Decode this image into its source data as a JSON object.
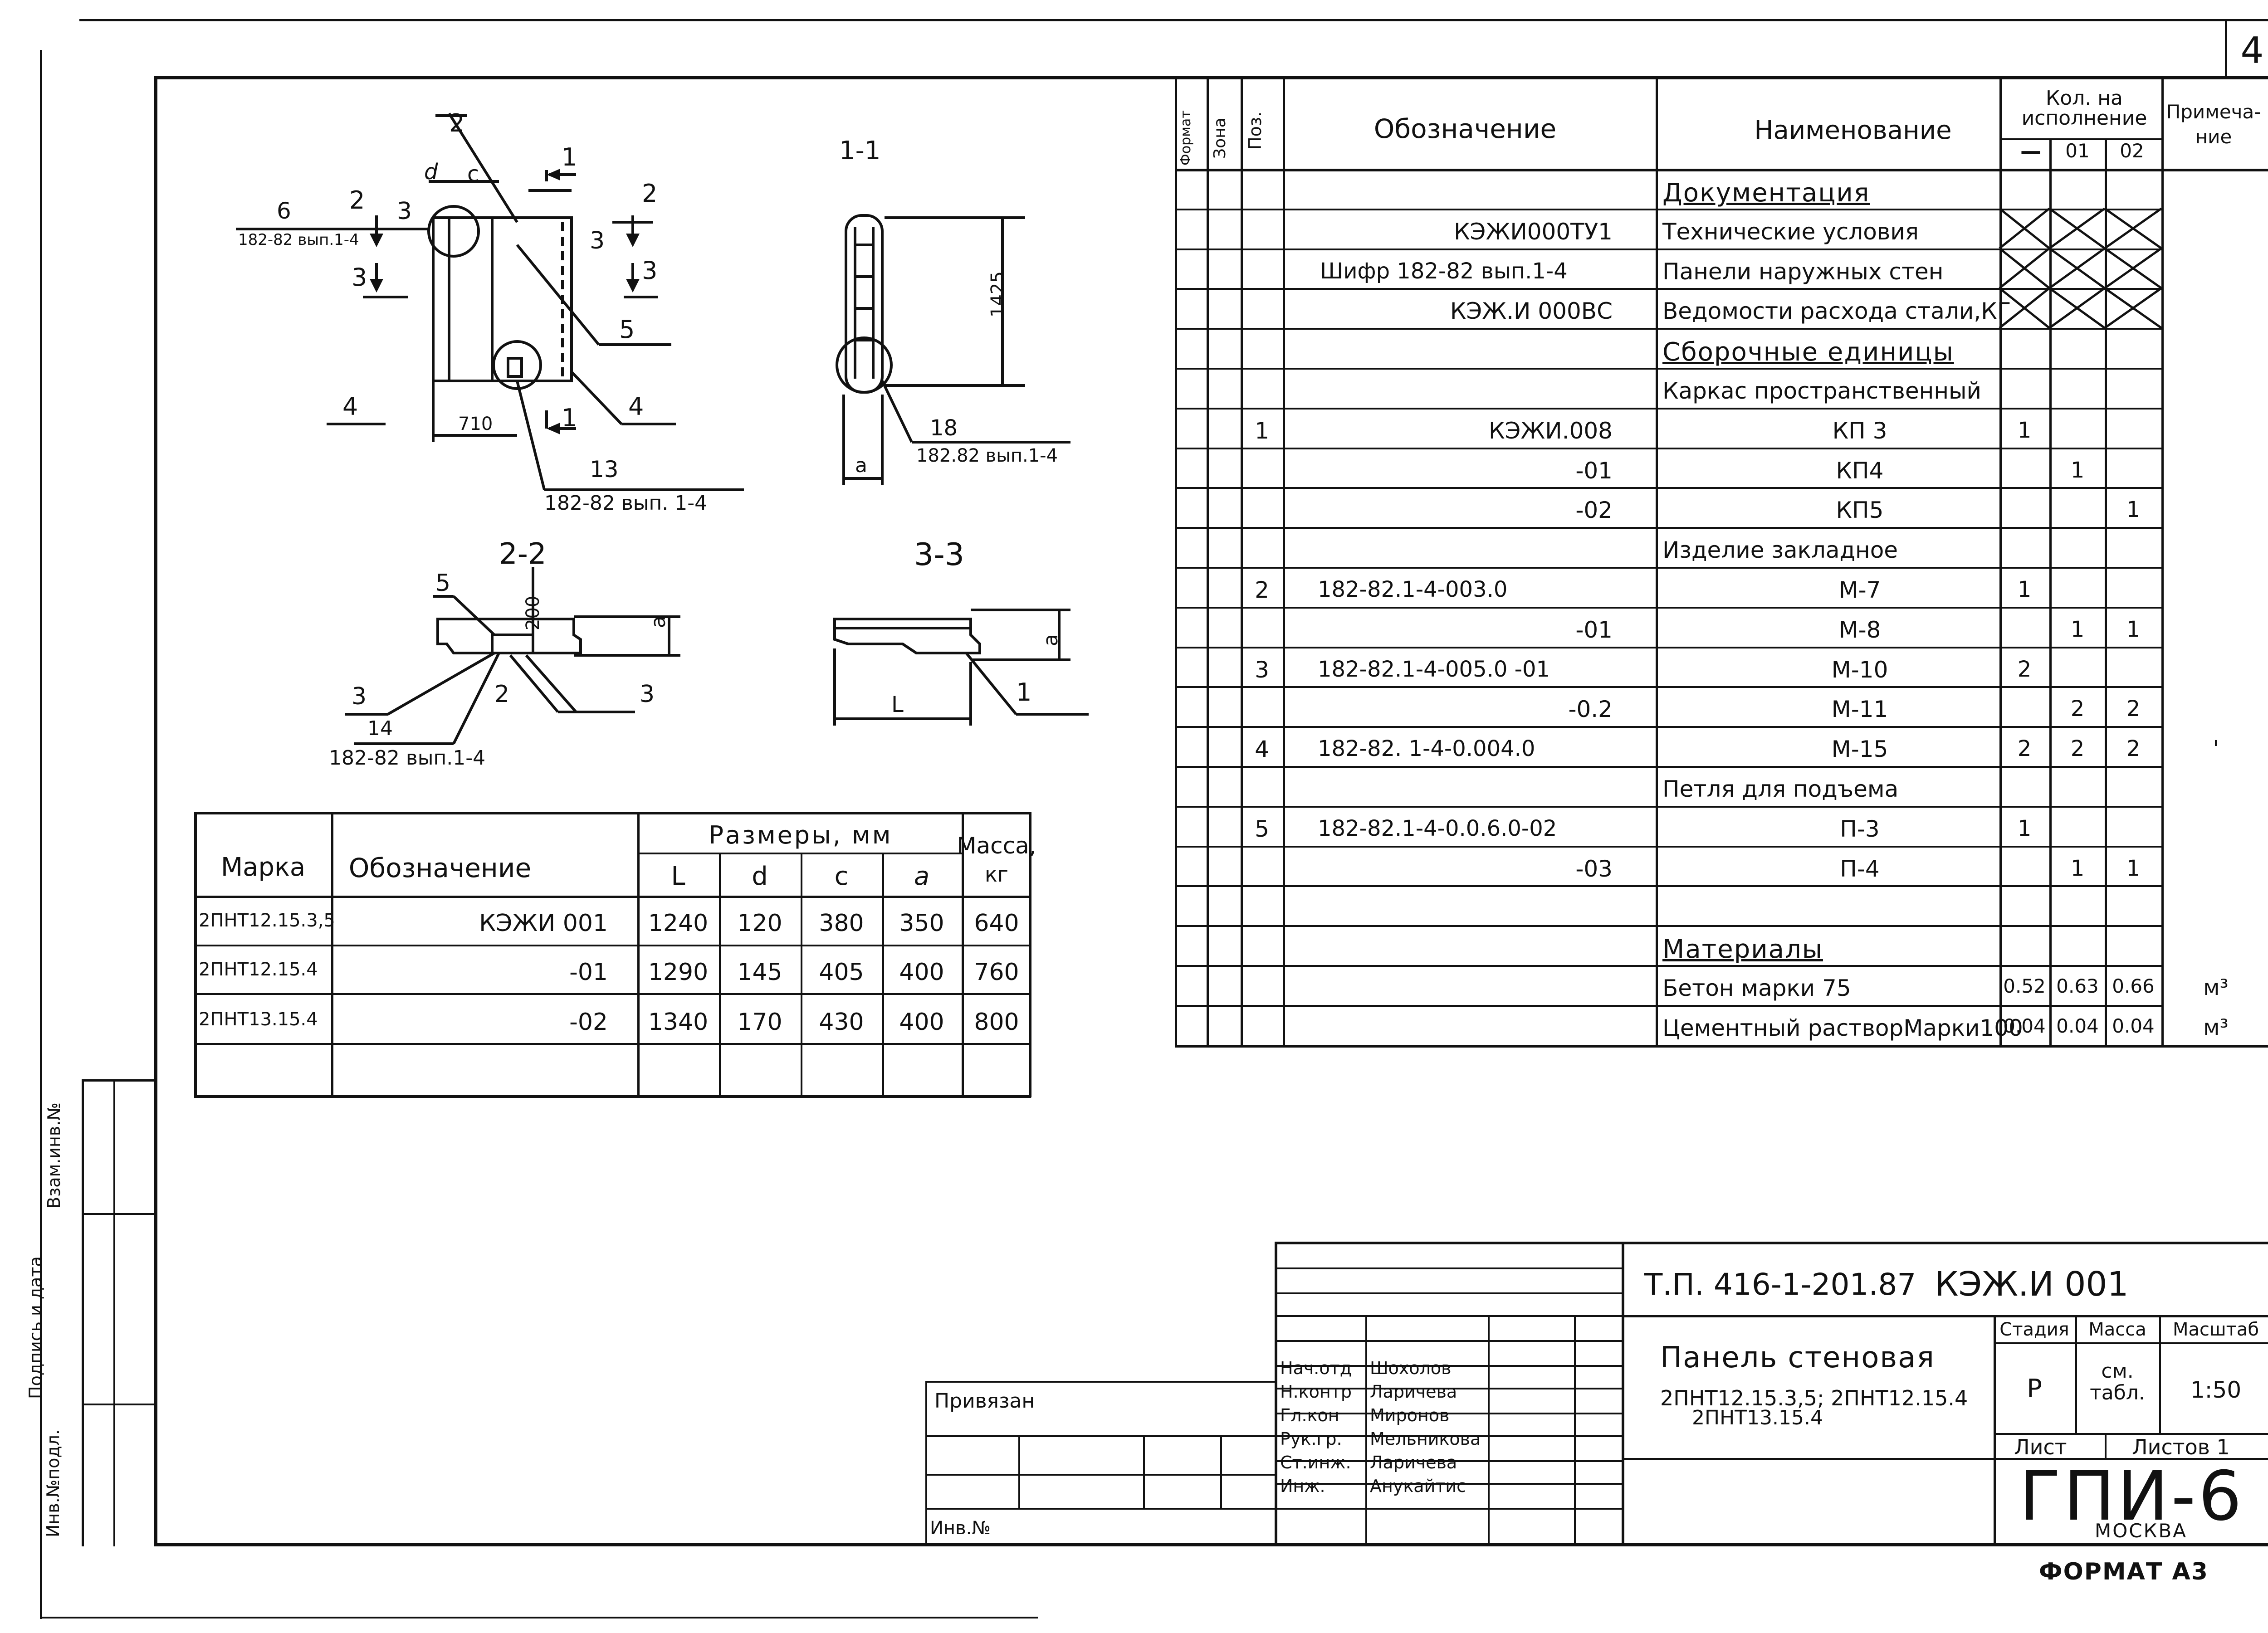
{
  "sheet": {
    "sheet_number": "4",
    "format": "ФОРМАТ А3"
  },
  "drawing": {
    "callouts": [
      "2",
      "1",
      "2",
      "3",
      "3",
      "3",
      "5",
      "4",
      "4",
      "1",
      "13",
      "182-82 вып. 1-4",
      "6",
      "182-82 вып.1-4",
      "d",
      "c",
      "710"
    ],
    "section_1_1": {
      "title": "1-1",
      "dim": "1425",
      "callout": "18",
      "ref": "182.82 вып.1-4",
      "a": "a"
    },
    "section_2_2": {
      "title": "2-2",
      "dim": "200",
      "a": "a",
      "callouts": [
        "5",
        "3",
        "2",
        "3",
        "14"
      ],
      "ref": "182-82 вып.1-4"
    },
    "section_3_3": {
      "title": "3-3",
      "a": "a",
      "L": "L",
      "callout": "1"
    }
  },
  "params_table": {
    "headers": {
      "mark": "Марка",
      "designation": "Обозначение",
      "dims": "Размеры, мм",
      "mass": "Масса,",
      "mass_unit": "кг",
      "L": "L",
      "d": "d",
      "c": "c",
      "a": "a"
    },
    "rows": [
      {
        "mark": "2ПНТ12.15.3,5",
        "designation": "КЭЖИ 001",
        "L": "1240",
        "d": "120",
        "c": "380",
        "a": "350",
        "mass": "640"
      },
      {
        "mark": "2ПНТ12.15.4",
        "designation": "-01",
        "L": "1290",
        "d": "145",
        "c": "405",
        "a": "400",
        "mass": "760"
      },
      {
        "mark": "2ПНТ13.15.4",
        "designation": "-02",
        "L": "1340",
        "d": "170",
        "c": "430",
        "a": "400",
        "mass": "800"
      }
    ]
  },
  "spec": {
    "headers": {
      "format": "Формат",
      "zone": "Зона",
      "pos": "Поз.",
      "designation": "Обозначение",
      "name": "Наименование",
      "qty": "Кол. на исполнение",
      "q0": "—",
      "q1": "01",
      "q2": "02",
      "note": "Примеча-ние"
    },
    "rows": [
      {
        "pos": "",
        "designation": "",
        "name": "Документация",
        "q0": "",
        "q1": "",
        "q2": "",
        "note": "",
        "section": true
      },
      {
        "pos": "",
        "designation": "КЭЖИ000ТУ1",
        "name": "Технические условия",
        "x": true
      },
      {
        "pos": "",
        "designation": "Шифр 182-82 вып.1-4",
        "name": "Панели наружных стен",
        "x": true,
        "left": true
      },
      {
        "pos": "",
        "designation": "КЭЖ.И 000ВС",
        "name": "Ведомости расхода стали,КГ",
        "x": true
      },
      {
        "pos": "",
        "designation": "",
        "name": "Сборочные единицы",
        "section": true
      },
      {
        "pos": "",
        "designation": "",
        "name": "Каркас пространственный"
      },
      {
        "pos": "1",
        "designation": "КЭЖИ.008",
        "name": "КП 3",
        "q0": "1",
        "center": true
      },
      {
        "pos": "",
        "designation": "-01",
        "name": "КП4",
        "q1": "1",
        "center": true
      },
      {
        "pos": "",
        "designation": "-02",
        "name": "КП5",
        "q2": "1",
        "center": true
      },
      {
        "pos": "",
        "designation": "",
        "name": "Изделие закладное"
      },
      {
        "pos": "2",
        "designation": "182-82.1-4-003.0",
        "name": "М-7",
        "q0": "1",
        "center": true,
        "left": true
      },
      {
        "pos": "",
        "designation": "-01",
        "name": "М-8",
        "q1": "1",
        "q2": "1",
        "center": true
      },
      {
        "pos": "3",
        "designation": "182-82.1-4-005.0 -01",
        "name": "М-10",
        "q0": "2",
        "center": true,
        "left": true
      },
      {
        "pos": "",
        "designation": "-0.2",
        "name": "М-11",
        "q1": "2",
        "q2": "2",
        "center": true
      },
      {
        "pos": "4",
        "designation": "182-82. 1-4-0.004.0",
        "name": "М-15",
        "q0": "2",
        "q1": "2",
        "q2": "2",
        "note": "'",
        "center": true,
        "left": true
      },
      {
        "pos": "",
        "designation": "",
        "name": "Петля для подъема"
      },
      {
        "pos": "5",
        "designation": "182-82.1-4-0.0.6.0-02",
        "name": "П-3",
        "q0": "1",
        "center": true,
        "left": true
      },
      {
        "pos": "",
        "designation": "-03",
        "name": "П-4",
        "q1": "1",
        "q2": "1",
        "center": true
      },
      {
        "pos": "",
        "designation": "",
        "name": ""
      },
      {
        "pos": "",
        "designation": "",
        "name": "Материалы",
        "section": true
      },
      {
        "pos": "",
        "designation": "",
        "name": "Бетон марки 75",
        "q0": "0.52",
        "q1": "0.63",
        "q2": "0.66",
        "note": "м³"
      },
      {
        "pos": "",
        "designation": "",
        "name": "Цементный растворМарки100",
        "q0": "0.04",
        "q1": "0.04",
        "q2": "0.04",
        "note": "м³"
      }
    ]
  },
  "left_strip": [
    "Инв.№подл.",
    "Подпись и дата",
    "Взам.инв.№"
  ],
  "title_block": {
    "doc_code": "Т.П. 416-1-201.87",
    "doc_number": "КЭЖ.И 001",
    "title": "Панель стеновая",
    "subtitle1": "2ПНТ12.15.3,5; 2ПНТ12.15.4",
    "subtitle2": "2ПНТ13.15.4",
    "stage_label": "Стадия",
    "mass_label": "Масса",
    "scale_label": "Масштаб",
    "stage": "Р",
    "mass": "см. табл.",
    "scale": "1:50",
    "sheet_label": "Лист",
    "sheets_label": "Листов 1",
    "org": "ГПИ-6",
    "city": "МОСКВА",
    "privyazan": "Привязан",
    "inv": "Инв.№",
    "signatures": [
      {
        "role": "Нач.отд",
        "name": "Шохолов"
      },
      {
        "role": "Н.контр",
        "name": "Ларичева"
      },
      {
        "role": "Гл.кон",
        "name": "Миронов"
      },
      {
        "role": "Рук.гр.",
        "name": "Мельникова"
      },
      {
        "role": "Ст.инж.",
        "name": "Ларичева"
      },
      {
        "role": "Инж.",
        "name": "Анукайтис"
      }
    ]
  }
}
